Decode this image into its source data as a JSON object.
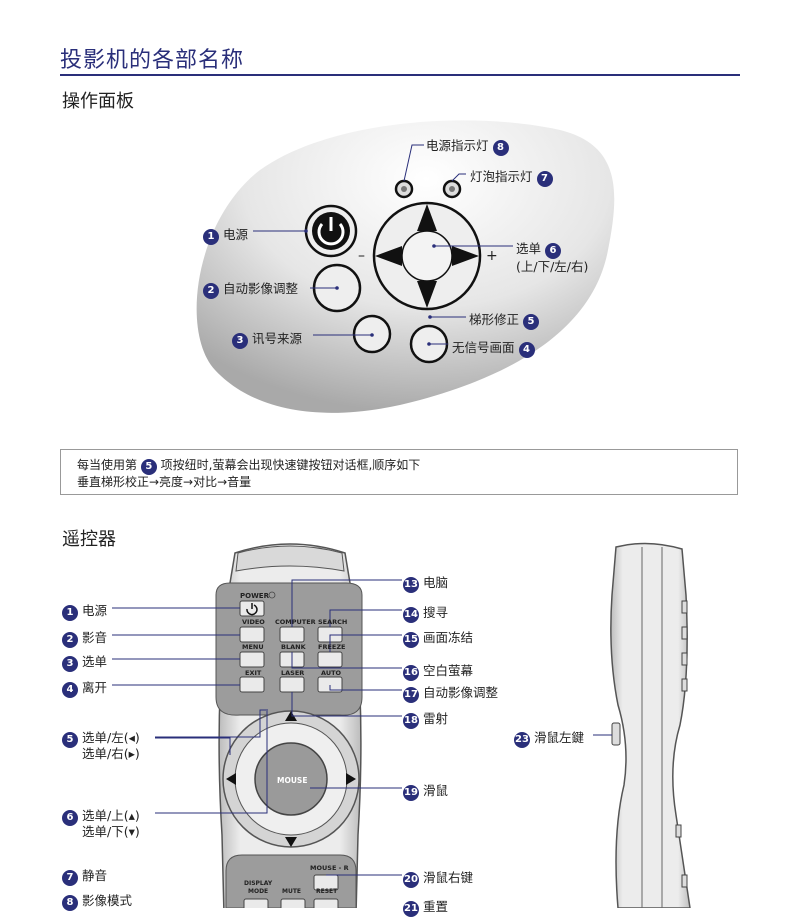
{
  "page_title": "投影机的各部名称",
  "panel": {
    "title": "操作面板",
    "callouts": [
      {
        "num": "8",
        "label": "电源指示灯"
      },
      {
        "num": "7",
        "label": "灯泡指示灯"
      },
      {
        "num": "1",
        "label": "电源"
      },
      {
        "num": "6",
        "label": "选单"
      },
      {
        "num": "6",
        "label": "(上/下/左/右)"
      },
      {
        "num": "2",
        "label": "自动影像调整"
      },
      {
        "num": "5",
        "label": "梯形修正"
      },
      {
        "num": "3",
        "label": "讯号来源"
      },
      {
        "num": "4",
        "label": "无信号画面"
      }
    ],
    "minus": "–",
    "plus": "+"
  },
  "note": {
    "line1_prefix": "每当使用第",
    "line1_num": "5",
    "line1_suffix": "项按纽时,萤幕会出现快速键按钮对话框,顺序如下",
    "line2": "垂直梯形校正→亮度→对比→音量"
  },
  "remote": {
    "title": "遥控器",
    "buttons": {
      "power": "POWER",
      "video": "VIDEO",
      "computer": "COMPUTER",
      "search": "SEARCH",
      "menu": "MENU",
      "blank": "BLANK",
      "freeze": "FREEZE",
      "exit": "EXIT",
      "laser": "LASER",
      "auto": "AUTO",
      "mouse": "MOUSE",
      "mouse_r": "MOUSE - R",
      "display_mode": "DISPLAY",
      "display_mode2": "MODE",
      "mute": "MUTE",
      "reset": "RESET"
    },
    "left_callouts": [
      {
        "num": "1",
        "label": "电源"
      },
      {
        "num": "2",
        "label": "影音"
      },
      {
        "num": "3",
        "label": "选单"
      },
      {
        "num": "4",
        "label": "离开"
      },
      {
        "num": "5",
        "label": "选单/左(◂)",
        "label2": "选单/右(▸)"
      },
      {
        "num": "6",
        "label": "选单/上(▴)",
        "label2": "选单/下(▾)"
      },
      {
        "num": "7",
        "label": "静音"
      },
      {
        "num": "8",
        "label": "影像模式"
      }
    ],
    "right_callouts": [
      {
        "num": "13",
        "label": "电脑"
      },
      {
        "num": "14",
        "label": "搜寻"
      },
      {
        "num": "15",
        "label": "画面冻结"
      },
      {
        "num": "16",
        "label": "空白萤幕"
      },
      {
        "num": "17",
        "label": "自动影像调整"
      },
      {
        "num": "18",
        "label": "雷射"
      },
      {
        "num": "19",
        "label": "滑鼠"
      },
      {
        "num": "20",
        "label": "滑鼠右键"
      },
      {
        "num": "21",
        "label": "重置"
      }
    ],
    "side_callout": {
      "num": "23",
      "label": "滑鼠左鍵"
    }
  }
}
